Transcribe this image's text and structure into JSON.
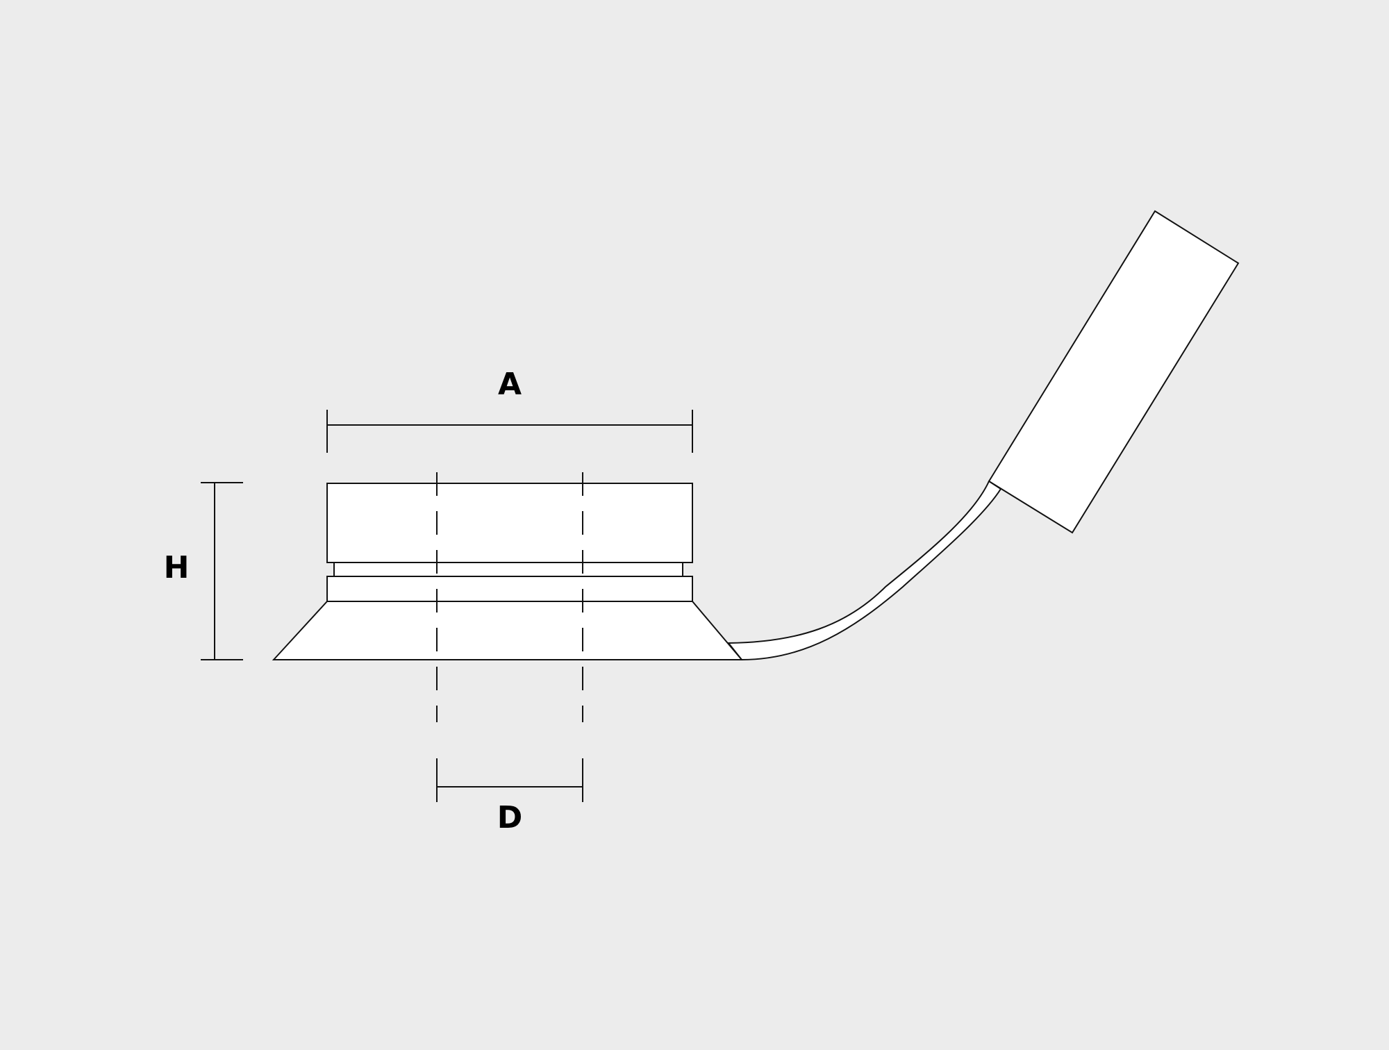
{
  "diagram": {
    "colors": {
      "background": "#ececec",
      "fill": "#ffffff",
      "stroke": "#111111",
      "label": "#000000"
    },
    "dimensions": {
      "a_label": "A",
      "h_label": "H",
      "d_label": "D"
    }
  }
}
